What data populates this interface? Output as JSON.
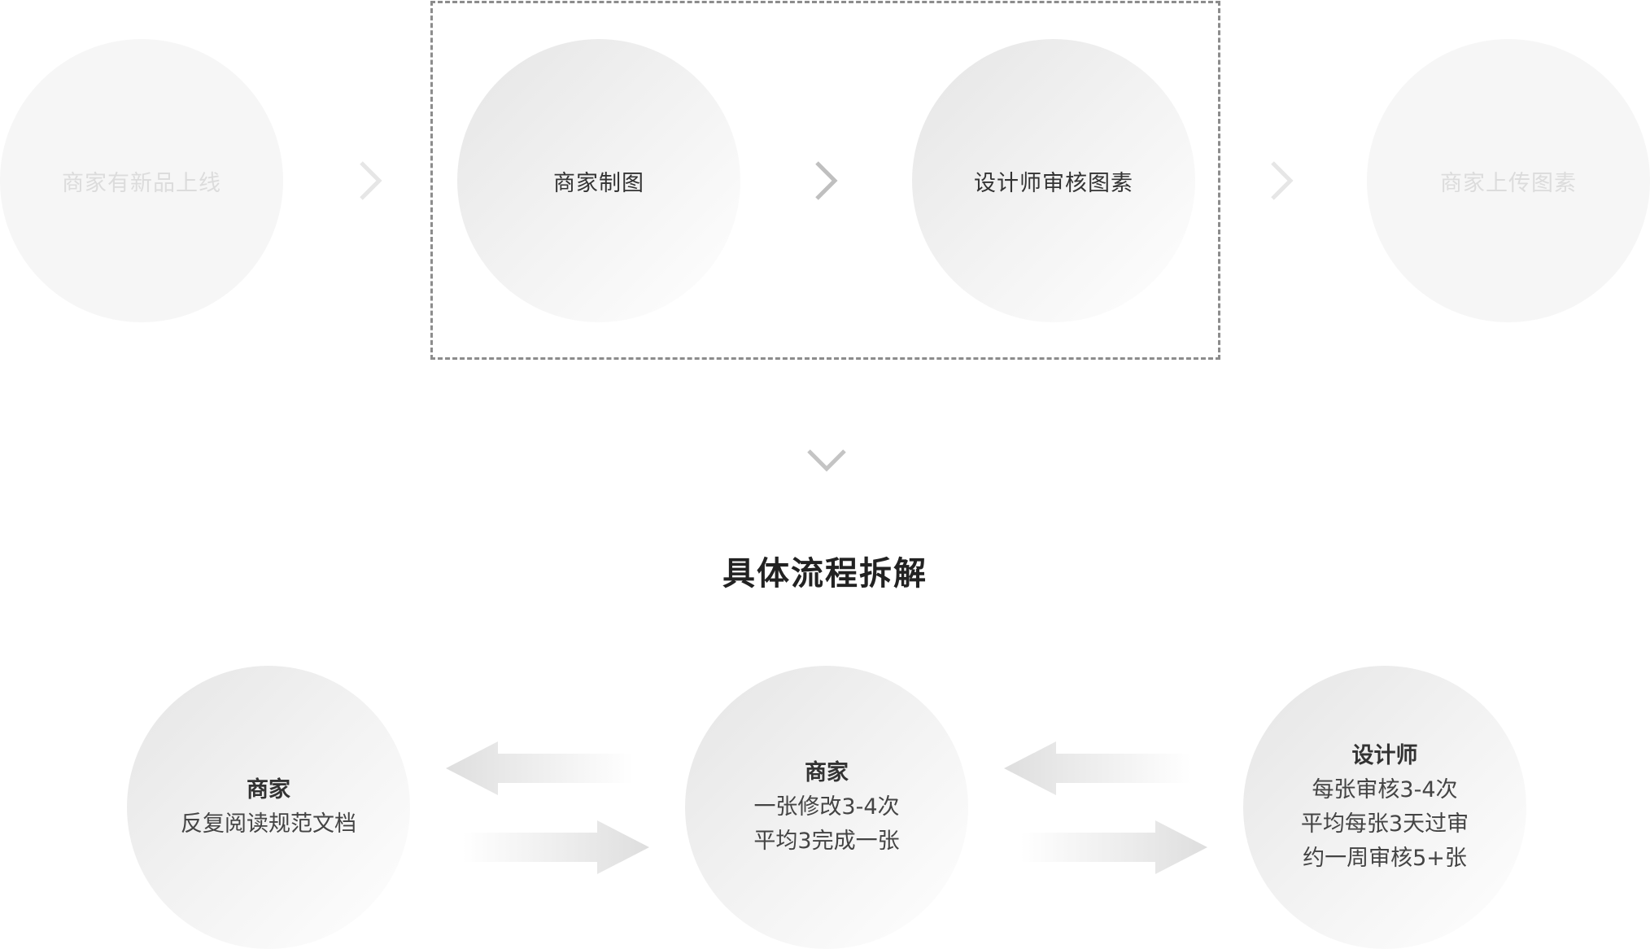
{
  "top_flow": {
    "steps": [
      {
        "label": "商家有新品上线"
      },
      {
        "label": "商家制图"
      },
      {
        "label": "设计师审核图素"
      },
      {
        "label": "商家上传图素"
      }
    ]
  },
  "section_title": "具体流程拆解",
  "bottom_flow": {
    "nodes": [
      {
        "heading": "商家",
        "lines": [
          "反复阅读规范文档"
        ]
      },
      {
        "heading": "商家",
        "lines": [
          "一张修改3-4次",
          "平均3完成一张"
        ]
      },
      {
        "heading": "设计师",
        "lines": [
          "每张审核3-4次",
          "平均每张3天过审",
          "约一周审核5+张"
        ]
      }
    ]
  },
  "colors": {
    "faded_text": "#dcdcdc",
    "text": "#333333",
    "dashed_border": "#8c8c8c",
    "chevron_active": "#bfbfbf",
    "chevron_faded": "#e6e6e6"
  }
}
